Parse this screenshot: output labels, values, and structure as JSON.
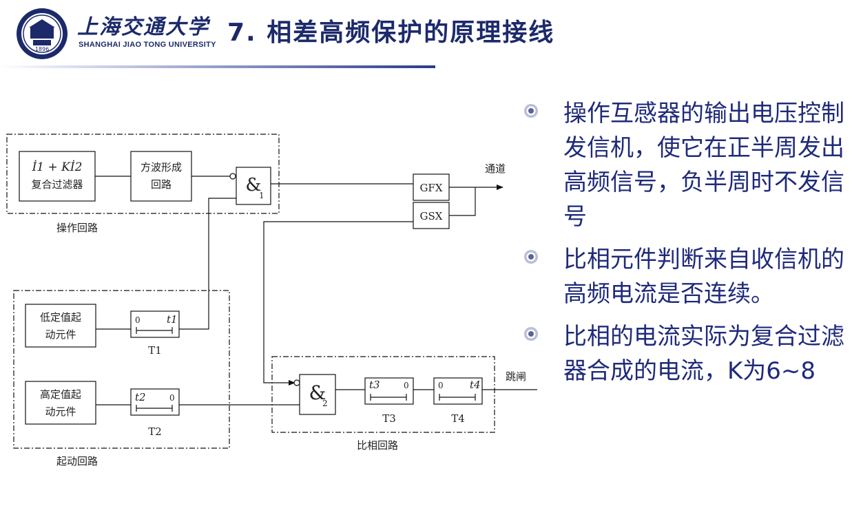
{
  "header": {
    "logo_cn": "上海交通大学",
    "logo_en": "SHANGHAI JIAO TONG UNIVERSITY",
    "seal_year": "1896",
    "title": "7. 相差高频保护的原理接线"
  },
  "diagram": {
    "filter_label": "İ1 + Kİ2",
    "filter_name": "复合过滤器",
    "square_wave_line1": "方波形成",
    "square_wave_line2": "回路",
    "and1_symbol": "&",
    "and1_index": "1",
    "and2_symbol": "&",
    "and2_index": "2",
    "gfx": "GFX",
    "gsx": "GSX",
    "channel_label": "通道",
    "operate_circuit_label": "操作回路",
    "low_start_line1": "低定值起",
    "low_start_line2": "动元件",
    "high_start_line1": "高定值起",
    "high_start_line2": "动元件",
    "start_circuit_label": "起动回路",
    "t1_left": "0",
    "t1_right": "t1",
    "t1_name": "T1",
    "t2_left": "t2",
    "t2_right": "0",
    "t2_name": "T2",
    "t3_left": "t3",
    "t3_right": "0",
    "t3_name": "T3",
    "t4_left": "0",
    "t4_right": "t4",
    "t4_name": "T4",
    "trip_label": "跳闸",
    "compare_circuit_label": "比相回路"
  },
  "bullets": [
    "操作互感器的输出电压控制发信机，使它在正半周发出高频信号，负半周时不发信号",
    "比相元件判断来自收信机的高频电流是否连续。",
    "比相的电流实际为复合过滤器合成的电流，K为6~8"
  ]
}
